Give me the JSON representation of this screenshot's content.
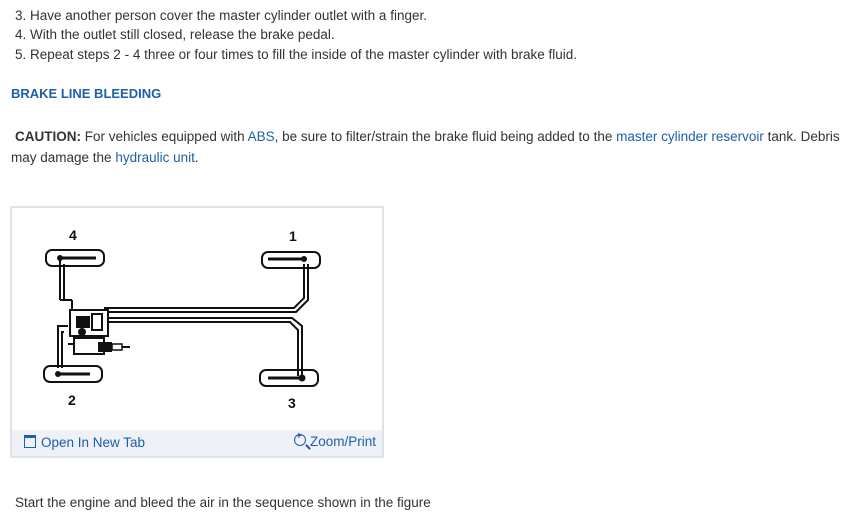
{
  "steps": [
    "3. Have another person cover the master cylinder outlet with a finger.",
    "4. With the outlet still closed, release the brake pedal.",
    "5. Repeat steps 2 - 4 three or four times to fill the inside of the master cylinder with brake fluid."
  ],
  "section_title": "BRAKE LINE BLEEDING",
  "caution": {
    "label": "CAUTION:",
    "text1": " For vehicles equipped with ",
    "link_abs": "ABS",
    "text2": ", be sure to filter/strain the brake fluid being added to the ",
    "link_reservoir": "master cylinder reservoir",
    "text3": " tank. Debris may damage the ",
    "link_hydraulic": "hydraulic unit",
    "text4": "."
  },
  "figure": {
    "wheel_labels": {
      "front_left": "4",
      "front_right": "1",
      "rear_left": "2",
      "rear_right": "3"
    },
    "open_tab_label": "Open In New Tab",
    "zoom_label": "Zoom/Print"
  },
  "footer_text": "Start the engine and bleed the air in the sequence shown in the figure"
}
